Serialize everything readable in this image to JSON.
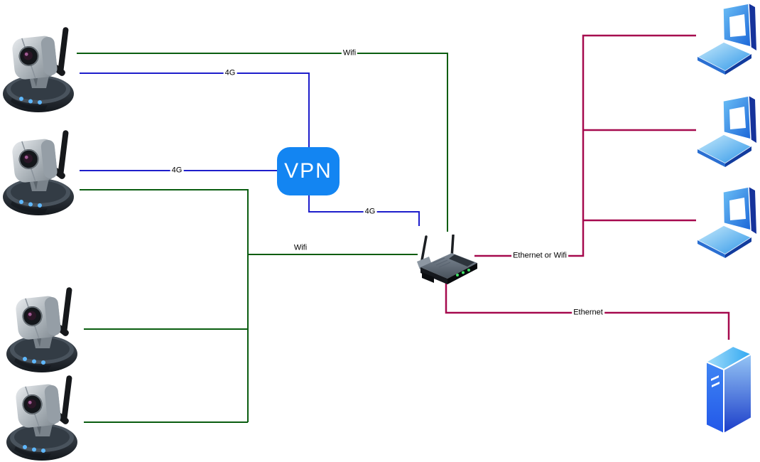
{
  "diagram": {
    "type": "network-topology",
    "colors": {
      "wifi_line": "#0a5d10",
      "cellular_line": "#1e1ecb",
      "ethernet_line": "#a60a4e",
      "label_text": "#000000",
      "vpn_fill": "#1385f2",
      "vpn_text": "#ffffff",
      "background": "#ffffff"
    },
    "nodes": [
      {
        "id": "camera-1",
        "type": "ip-camera"
      },
      {
        "id": "camera-2",
        "type": "ip-camera"
      },
      {
        "id": "camera-3",
        "type": "ip-camera"
      },
      {
        "id": "camera-4",
        "type": "ip-camera"
      },
      {
        "id": "vpn",
        "type": "vpn",
        "label": "VPN"
      },
      {
        "id": "router",
        "type": "wireless-router"
      },
      {
        "id": "laptop-1",
        "type": "laptop"
      },
      {
        "id": "laptop-2",
        "type": "laptop"
      },
      {
        "id": "laptop-3",
        "type": "laptop"
      },
      {
        "id": "server",
        "type": "server"
      }
    ],
    "edges": [
      {
        "from": "camera-1",
        "to": "router",
        "kind": "wifi",
        "label": "Wifi"
      },
      {
        "from": "camera-1",
        "to": "vpn",
        "kind": "cellular",
        "label": "4G"
      },
      {
        "from": "camera-2",
        "to": "vpn",
        "kind": "cellular",
        "label": "4G"
      },
      {
        "from": "camera-2",
        "to": "router",
        "kind": "wifi",
        "label": "Wifi"
      },
      {
        "from": "camera-3",
        "to": "router",
        "kind": "wifi",
        "label": ""
      },
      {
        "from": "camera-4",
        "to": "router",
        "kind": "wifi",
        "label": ""
      },
      {
        "from": "vpn",
        "to": "router",
        "kind": "cellular",
        "label": "4G"
      },
      {
        "from": "router",
        "to": "laptop-1",
        "kind": "ethernet",
        "label": "Ethernet or Wifi"
      },
      {
        "from": "router",
        "to": "laptop-2",
        "kind": "ethernet",
        "label": ""
      },
      {
        "from": "router",
        "to": "laptop-3",
        "kind": "ethernet",
        "label": ""
      },
      {
        "from": "router",
        "to": "server",
        "kind": "ethernet",
        "label": "Ethernet"
      }
    ]
  }
}
